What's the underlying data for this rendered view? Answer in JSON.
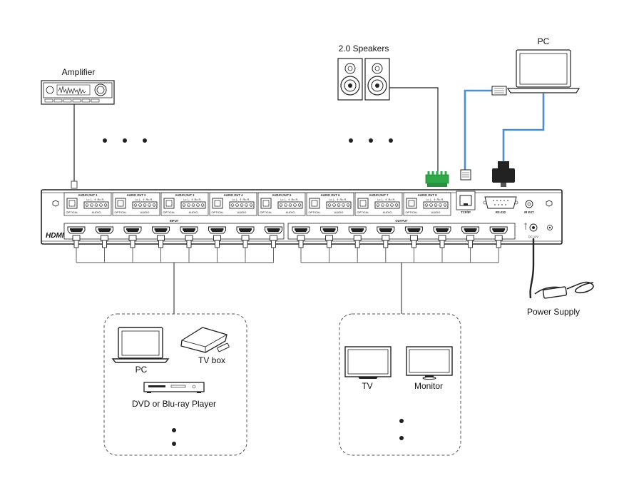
{
  "labels": {
    "amplifier": "Amplifier",
    "speakers": "2.0 Speakers",
    "pc_top": "PC",
    "power_supply": "Power Supply",
    "pc_src": "PC",
    "tvbox": "TV box",
    "dvd": "DVD or Blu-ray Player",
    "tv": "TV",
    "monitor": "Monitor"
  },
  "matrix": {
    "hdmi_logo": "HDMI",
    "input_label": "INPUT",
    "output_label": "OUTPUT",
    "audio_out_labels": [
      "AUDIO OUT 1",
      "AUDIO OUT 2",
      "AUDIO OUT 3",
      "AUDIO OUT 4",
      "AUDIO OUT 5",
      "AUDIO OUT 6",
      "AUDIO OUT 7",
      "AUDIO OUT 8"
    ],
    "optical_label": "OPTICAL",
    "audio_label": "AUDIO",
    "terminal_pins": "Lc L- ⏚ Rc R-",
    "tcpip_label": "TCP/IP",
    "rs232_label": "RS-232",
    "irext_label": "IR EXT",
    "dc_label": "DC 12V"
  },
  "colors": {
    "cable_blue": "#4a8fd0",
    "terminal_green": "#2fa84a",
    "line": "#222222"
  },
  "icons": [
    "amplifier-icon",
    "speaker-icon",
    "laptop-icon",
    "power-adapter-icon",
    "tvbox-icon",
    "dvd-player-icon",
    "tv-icon",
    "monitor-icon",
    "hdmi-connector-icon",
    "optical-port-icon",
    "rj45-port-icon",
    "db9-connector-icon"
  ]
}
